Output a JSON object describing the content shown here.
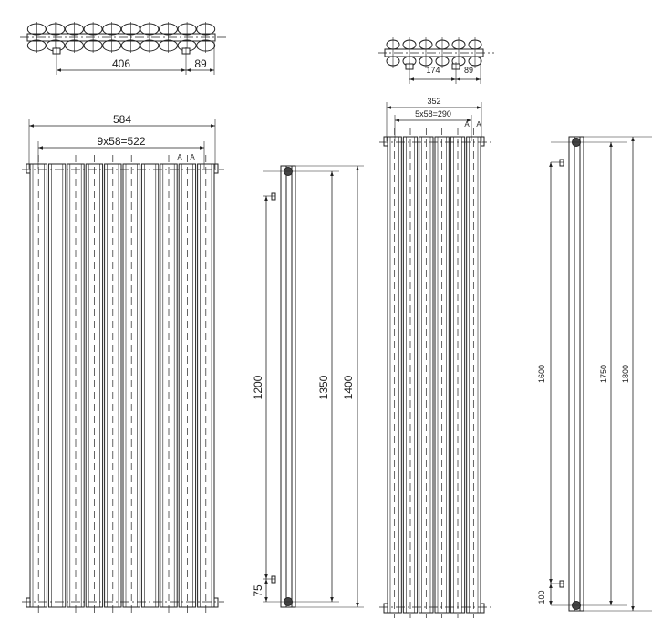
{
  "drawing_a": {
    "plan_dims": {
      "inlet_spacing": "406",
      "offset": "89"
    },
    "front_dims": {
      "overall_width": "584",
      "pitch": "9x58=522",
      "section_mark_1": "A",
      "section_mark_2": "A"
    },
    "side_dims": {
      "connection_height": "1200",
      "center_height": "1350",
      "overall_height": "1400",
      "bottom_offset": "75"
    },
    "tube_count": 10
  },
  "drawing_b": {
    "plan_dims": {
      "inlet_spacing": "174",
      "offset": "89"
    },
    "front_dims": {
      "overall_width": "352",
      "pitch": "5x58=290",
      "section_mark_1": "A",
      "section_mark_2": "A"
    },
    "side_dims": {
      "connection_height": "1600",
      "center_height": "1750",
      "overall_height": "1800",
      "bottom_offset": "100"
    },
    "tube_count": 6
  },
  "colors": {
    "line": "#222222",
    "background": "#ffffff"
  }
}
